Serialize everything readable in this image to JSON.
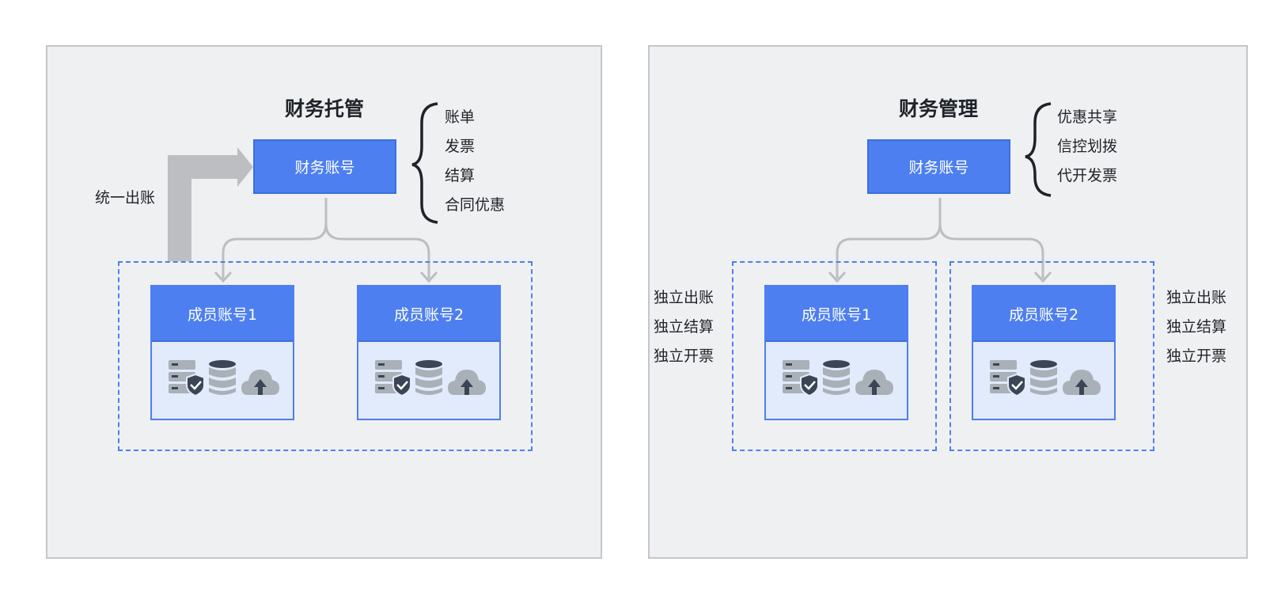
{
  "left": {
    "title": "财务托管",
    "finance_account": "财务账号",
    "unified_billing": "统一出账",
    "features": [
      "账单",
      "发票",
      "结算",
      "合同优惠"
    ],
    "members": [
      "成员账号1",
      "成员账号2"
    ]
  },
  "right": {
    "title": "财务管理",
    "finance_account": "财务账号",
    "features": [
      "优惠共享",
      "信控划拨",
      "代开发票"
    ],
    "members": [
      "成员账号1",
      "成员账号2"
    ],
    "independent_left": [
      "独立出账",
      "独立结算",
      "独立开票"
    ],
    "independent_right": [
      "独立出账",
      "独立结算",
      "独立开票"
    ]
  },
  "colors": {
    "primary": "#4d7ff0",
    "panel_bg": "#eff0f2",
    "connector": "#bcbec2",
    "icon": "#aab0b8",
    "icon_dark": "#3a4556"
  },
  "icons": [
    "server-shield-icon",
    "database-icon",
    "cloud-upload-icon"
  ]
}
